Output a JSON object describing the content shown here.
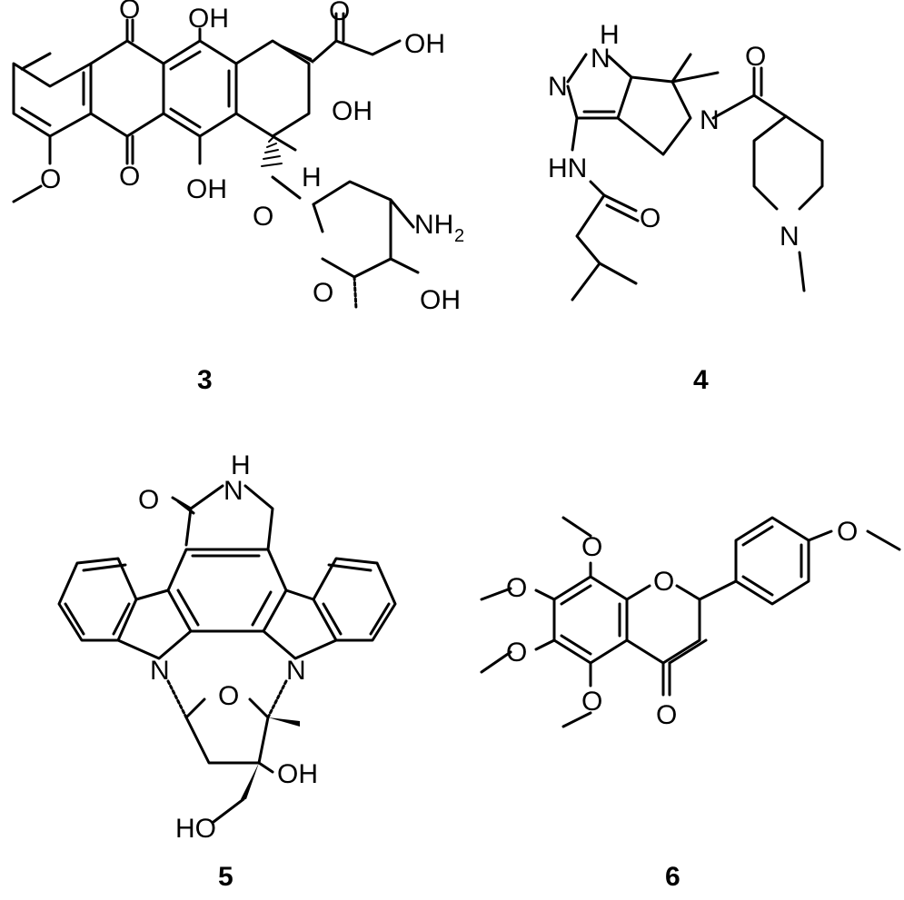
{
  "compounds": [
    {
      "id": "3",
      "atoms": {
        "o_top": "O",
        "oh_top": "OH",
        "o_bot": "O",
        "oh_bot": "OH",
        "o_meo": "O",
        "o_ketone": "O",
        "oh_ch2": "OH",
        "oh_ring": "OH",
        "h": "H",
        "o_link": "O",
        "nh2": "NH",
        "nh2_sub": "2",
        "o_pyran": "O",
        "oh_sugar": "OH"
      }
    },
    {
      "id": "4",
      "atoms": {
        "nh_top": "H",
        "n1": "N",
        "n2": "N",
        "n_pyrrol": "N",
        "o_amide1": "O",
        "hn": "HN",
        "o_amide2": "O",
        "n_pip": "N"
      }
    },
    {
      "id": "5",
      "atoms": {
        "o_lactam": "O",
        "n_lactam": "N",
        "h_lactam": "H",
        "n_left": "N",
        "n_right": "N",
        "o_furan": "O",
        "oh": "OH",
        "ho": "HO"
      }
    },
    {
      "id": "6",
      "atoms": {
        "o_ring": "O",
        "o_ketone": "O",
        "o_8": "O",
        "o_7": "O",
        "o_6": "O",
        "o_5": "O",
        "o_4p": "O"
      }
    }
  ]
}
